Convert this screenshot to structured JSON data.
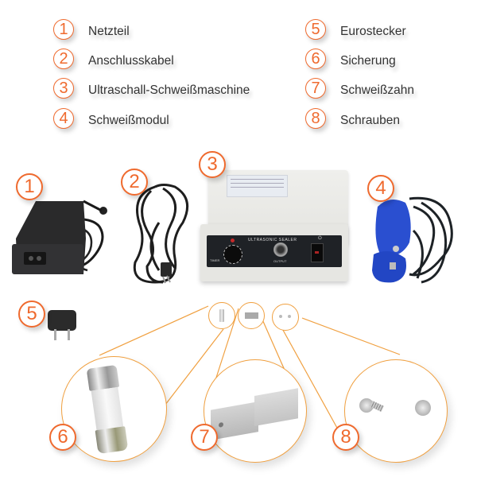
{
  "legend": {
    "left": [
      {
        "num": "1",
        "label": "Netzteil"
      },
      {
        "num": "2",
        "label": "Anschlusskabel"
      },
      {
        "num": "3",
        "label": "Ultraschall-Schweißmaschine"
      },
      {
        "num": "4",
        "label": "Schweißmodul"
      }
    ],
    "right": [
      {
        "num": "5",
        "label": "Eurostecker"
      },
      {
        "num": "6",
        "label": "Sicherung"
      },
      {
        "num": "7",
        "label": "Schweißzahn"
      },
      {
        "num": "8",
        "label": "Schrauben"
      }
    ]
  },
  "device": {
    "panel_title": "ULTRASONIC SEALER",
    "timer_label": "TIMER",
    "output_label": "OUTPUT",
    "power_symbol": "⏻"
  },
  "badges": {
    "b1": "1",
    "b2": "2",
    "b3": "3",
    "b4": "4",
    "b5": "5",
    "b6": "6",
    "b7": "7",
    "b8": "8"
  },
  "colors": {
    "accent": "#ef6a2e",
    "leader_line": "#f0a040",
    "label_text": "#333333"
  }
}
